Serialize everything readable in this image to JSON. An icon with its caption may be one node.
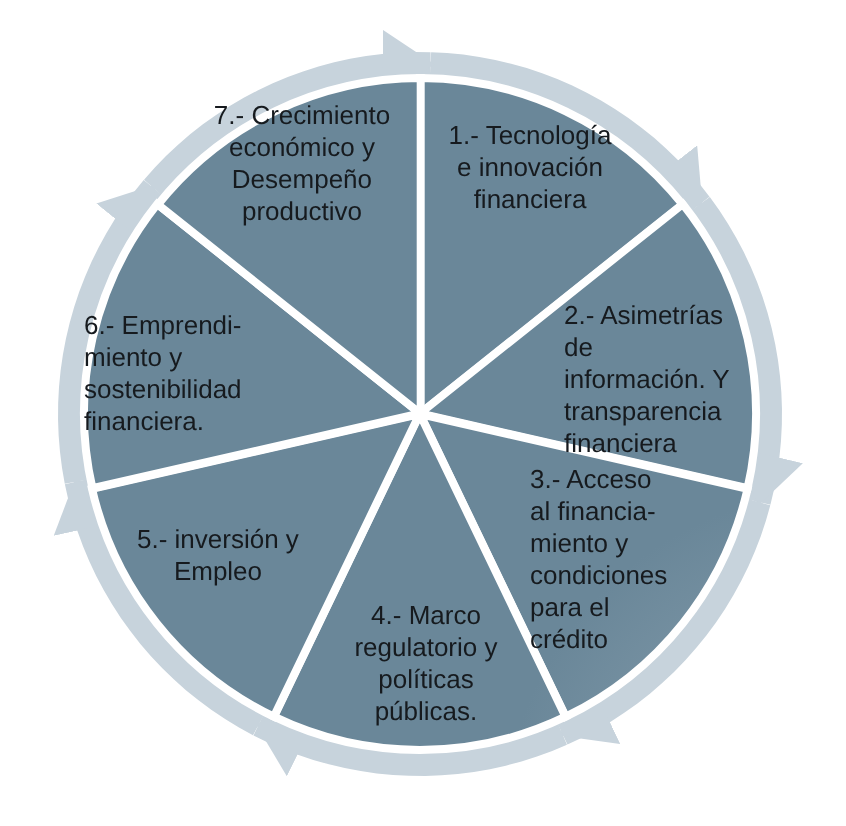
{
  "diagram": {
    "nodes": [
      {
        "text": [
          "1.- Tecnología e innovación financiera"
        ]
      },
      {
        "text": [
          "2.- Asimetrías de información. Y transparencia financiera"
        ]
      },
      {
        "text": [
          "3.- Acceso al financia-miento y condiciones para el crédito"
        ]
      },
      {
        "text": [
          "4.- Marco regulatorio y políticas públicas."
        ]
      },
      {
        "text": [
          "5.- inversión y Empleo"
        ]
      },
      {
        "text": [
          "6.- Emprendi-miento y sostenibilidad financiera."
        ]
      },
      {
        "text": [
          "7.- Crecimiento económico y Desempeño productivo"
        ]
      }
    ],
    "edges": [
      {
        "from": 0,
        "to": 1,
        "arrow": "to"
      },
      {
        "from": 1,
        "to": 2,
        "arrow": "to"
      },
      {
        "from": 2,
        "to": 3,
        "arrow": "to"
      },
      {
        "from": 3,
        "to": 4,
        "arrow": "to"
      },
      {
        "from": 4,
        "to": 5,
        "arrow": "to"
      },
      {
        "from": 5,
        "to": 6,
        "arrow": "to"
      },
      {
        "from": 6,
        "to": 0,
        "arrow": "to"
      }
    ]
  }
}
